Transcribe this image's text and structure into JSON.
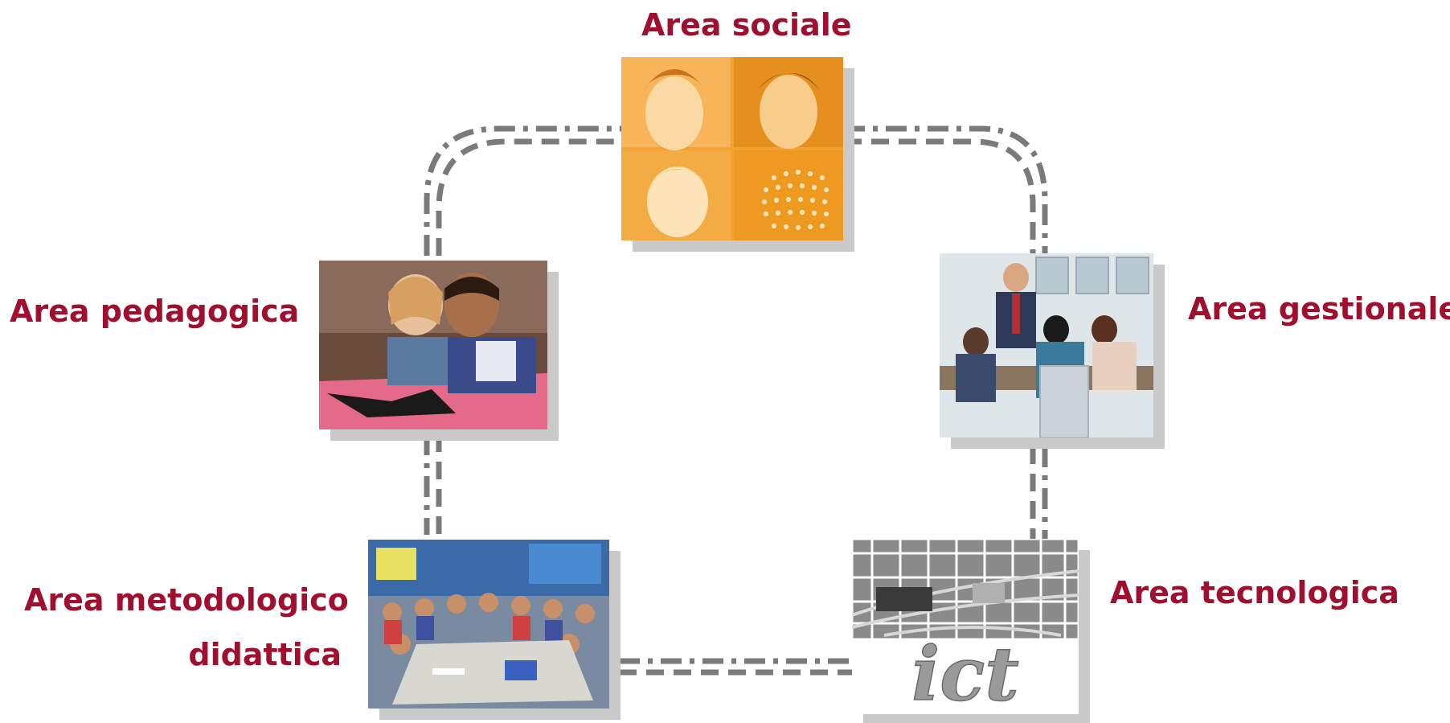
{
  "diagram": {
    "nodes": [
      {
        "id": "sociale",
        "label": "Area sociale",
        "icon": "faces-collage-icon"
      },
      {
        "id": "pedagogica",
        "label": "Area pedagogica",
        "icon": "children-painting-icon"
      },
      {
        "id": "gestionale",
        "label": "Area gestionale",
        "icon": "business-meeting-icon"
      },
      {
        "id": "metodologico",
        "label_line1": "Area metodologico",
        "label_line2": "didattica",
        "icon": "classroom-icon"
      },
      {
        "id": "tecnologica",
        "label": "Area tecnologica",
        "icon": "ict-network-icon",
        "logo_text": "ict"
      }
    ],
    "colors": {
      "label": "#a0102e",
      "connector": "#7a7a7a",
      "orange": "#f0a030",
      "shadow": "#c9c9c9"
    }
  }
}
